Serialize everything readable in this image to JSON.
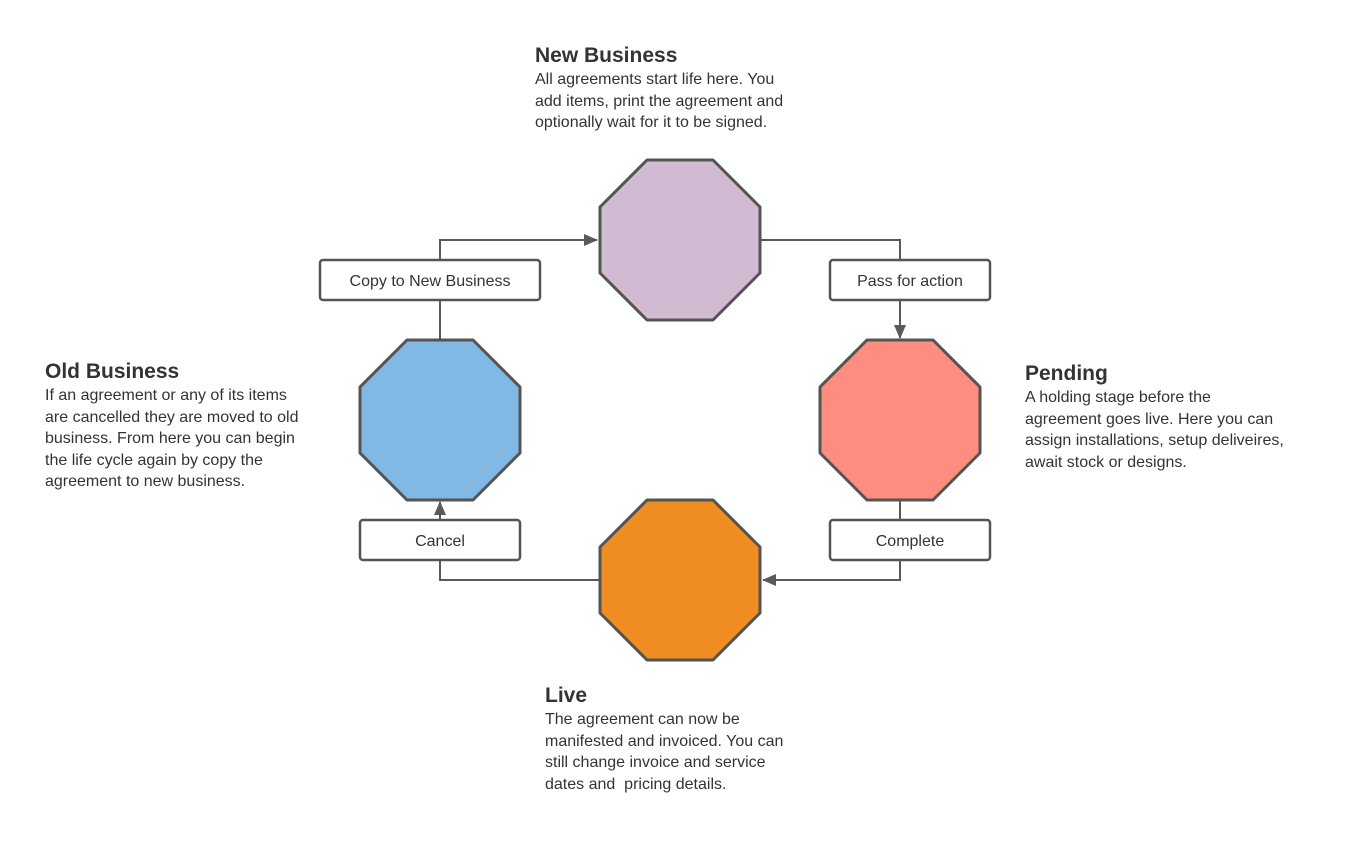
{
  "stages": {
    "new_business": {
      "title": "New Business",
      "description": [
        "All agreements start life here. You",
        "add items, print the agreement and",
        "optionally wait for it to be signed."
      ],
      "color": "#d1bbd2"
    },
    "pending": {
      "title": "Pending",
      "description": [
        "A holding stage before the",
        "agreement goes live. Here you can",
        "assign installations, setup deliveires,",
        "await stock or designs."
      ],
      "color": "#ff8d7f"
    },
    "live": {
      "title": "Live",
      "description": [
        "The agreement can now be",
        "manifested and invoiced. You can",
        "still change invoice and service",
        "dates and  pricing details."
      ],
      "color": "#ef8d22"
    },
    "old_business": {
      "title": "Old Business",
      "description": [
        "If an agreement or any of its items",
        "are cancelled they are moved to old",
        "business. From here you can begin",
        "the life cycle again by copy the",
        "agreement to new business."
      ],
      "color": "#82b8e4"
    }
  },
  "transitions": {
    "copy_to_new_business": "Copy to New Business",
    "pass_for_action": "Pass for action",
    "complete": "Complete",
    "cancel": "Cancel"
  },
  "colors": {
    "outline": "#545454",
    "connector": "#595959",
    "text": "#333333"
  }
}
